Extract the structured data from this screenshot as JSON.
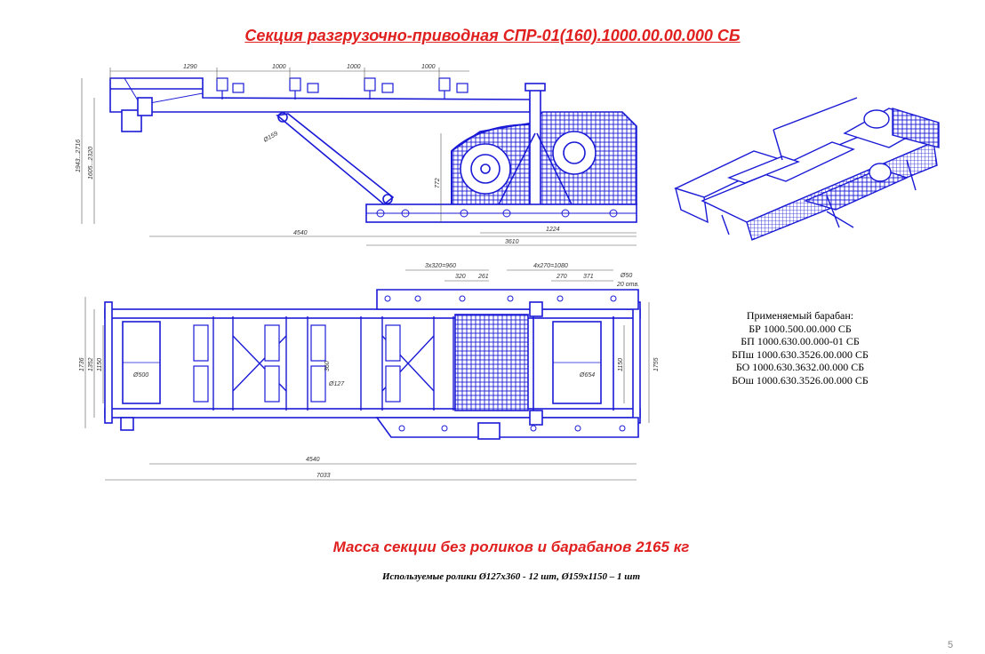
{
  "title": "Секция разгрузочно-приводная СПР-01(160).1000.00.00.000 СБ",
  "drum": {
    "heading": "Применяемый барабан:",
    "items": [
      "БР 1000.500.00.000 СБ",
      "БП 1000.630.00.000-01 СБ",
      "БПш 1000.630.3526.00.000 СБ",
      "БО 1000.630.3632.00.000 СБ",
      "БОш 1000.630.3526.00.000  СБ"
    ]
  },
  "mass": "Масса секции без роликов и барабанов 2165 кг",
  "rollers": "Используемые ролики Ø127х360 - 12 шт, Ø159х1150 – 1 шт",
  "page_number": "5",
  "side_view_dims": {
    "top": [
      "1290",
      "1000",
      "1000",
      "1000"
    ],
    "left_outer": "1943...2716",
    "left_inner": "1605...2320",
    "pipe": "Ø159",
    "height": "772",
    "bottom_1224": "1224",
    "bottom_4540": "4540",
    "bottom_3610": "3610"
  },
  "plan_view_dims": {
    "top_a": "3х320=960",
    "top_b": "4х270=1080",
    "d320": "320",
    "d261": "261",
    "d270": "270",
    "d371": "371",
    "d50": "Ø50",
    "holes": "20 отв.",
    "left_1736": "1736",
    "left_1352": "1352",
    "left_1150": "1150",
    "drum_500": "Ø500",
    "d360": "360",
    "d127": "Ø127",
    "drum_654": "Ø654",
    "right_1150": "1150",
    "right_1755": "1755",
    "bottom_4540": "4540",
    "bottom_7033": "7033"
  },
  "colors": {
    "title": "#e0201f",
    "drawing": "#1a1ad6",
    "dimension": "#333333"
  }
}
